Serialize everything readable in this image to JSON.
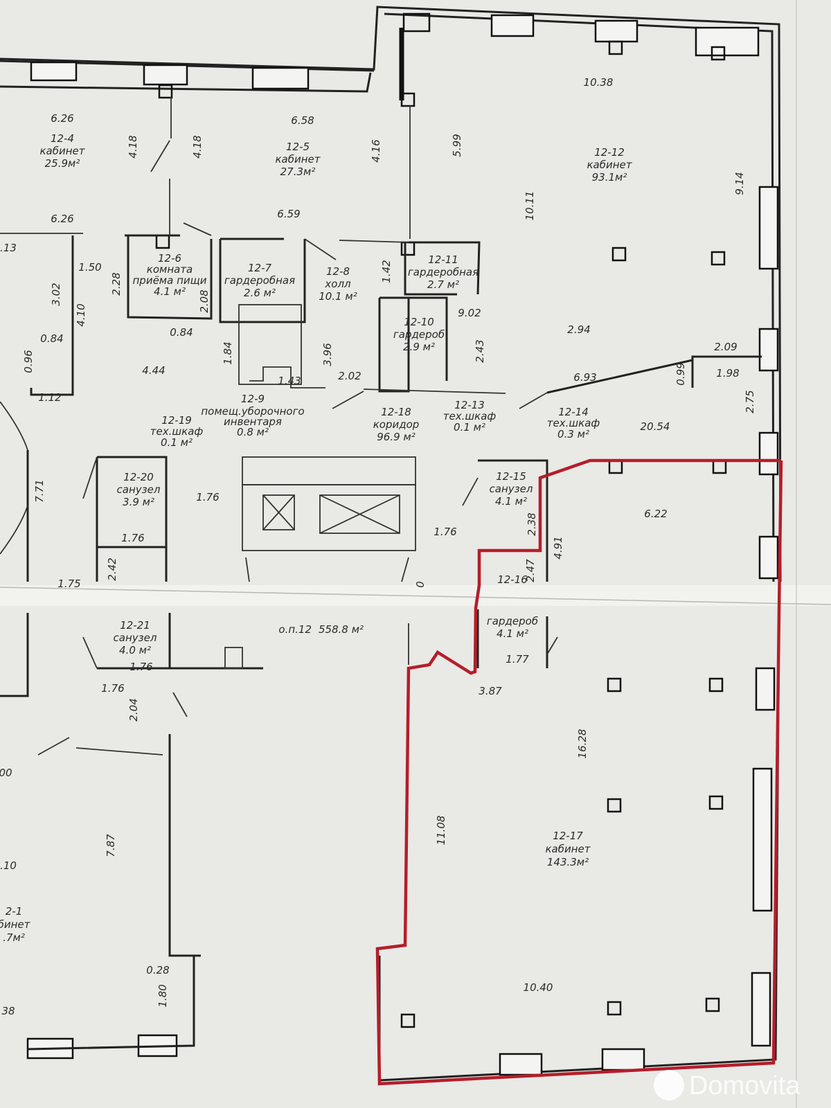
{
  "rooms": [
    {
      "id": "r12-4",
      "num": "12-4",
      "name": "кабинет",
      "area": "25.9м²"
    },
    {
      "id": "r12-5",
      "num": "12-5",
      "name": "кабинет",
      "area": "27.3м²"
    },
    {
      "id": "r12-12",
      "num": "12-12",
      "name": "кабинет",
      "area": "93.1м²"
    },
    {
      "id": "r12-6",
      "num": "12-6",
      "name": "комната",
      "name2": "приёма пищи",
      "area": "4.1 м²"
    },
    {
      "id": "r12-7",
      "num": "12-7",
      "name": "гардеробная",
      "area": "2.6 м²"
    },
    {
      "id": "r12-8",
      "num": "12-8",
      "name": "холл",
      "area": "10.1 м²"
    },
    {
      "id": "r12-11",
      "num": "12-11",
      "name": "гардеробная",
      "area": "2.7 м²"
    },
    {
      "id": "r12-10",
      "num": "12-10",
      "name": "гардероб",
      "area": "2.9 м²"
    },
    {
      "id": "r12-9",
      "num": "12-9",
      "name": "помещ.уборочного",
      "name2": "инвентаря",
      "area": "0.8 м²"
    },
    {
      "id": "r12-18",
      "num": "12-18",
      "name": "коридор",
      "area": "96.9 м²"
    },
    {
      "id": "r12-13",
      "num": "12-13",
      "name": "тех.шкаф",
      "area": "0.1 м²"
    },
    {
      "id": "r12-14",
      "num": "12-14",
      "name": "тех.шкаф",
      "area": "0.3 м²"
    },
    {
      "id": "r12-19",
      "num": "12-19",
      "name": "тех.шкаф",
      "area": "0.1 м²"
    },
    {
      "id": "r12-20",
      "num": "12-20",
      "name": "санузел",
      "area": "3.9 м²"
    },
    {
      "id": "r12-15",
      "num": "12-15",
      "name": "санузел",
      "area": "4.1 м²"
    },
    {
      "id": "r12-16",
      "num": "12-16",
      "name": "гардероб",
      "area": "4.1 м²"
    },
    {
      "id": "r12-21",
      "num": "12-21",
      "name": "санузел",
      "area": "4.0 м²"
    },
    {
      "id": "r12-17",
      "num": "12-17",
      "name": "кабинет",
      "area": "143.3м²"
    },
    {
      "id": "r12-1",
      "num": "2-1",
      "name": "бинет",
      "area": ".7м²"
    }
  ],
  "total_area": "558.8 м²",
  "total_prefix": "о.п.12",
  "dimensions": [
    "10.38",
    "6.26",
    "6.58",
    "4.18",
    "4.18",
    "4.16",
    "5.99",
    "9.14",
    "10.11",
    "6.26",
    "6.59",
    ".13",
    "1.50",
    "2.28",
    "2.08",
    "1.42",
    "3.02",
    "4.10",
    "0.84",
    "2.94",
    "9.02",
    "0.84",
    "0.96",
    "1.84",
    "3.96",
    "2.43",
    "2.09",
    "4.44",
    "1.43",
    "2.02",
    "6.93",
    "0.99",
    "1.98",
    "1.12",
    "2.75",
    "20.54",
    "7.71",
    "1.76",
    "6.22",
    "2.38",
    "4.91",
    "1.76",
    "1.76",
    "2.42",
    "1.75",
    "2.47",
    "0",
    "1.77",
    "1.76",
    "1.76",
    "2.04",
    "3.87",
    "16.28",
    "00",
    "7.87",
    "11.08",
    ".10",
    "0.28",
    "1.80",
    "38",
    "10.40"
  ],
  "watermark": "Domovita",
  "colors": {
    "paper": "#e9e9e6",
    "walls": "#1e1e1e",
    "highlight": "#b41e2a"
  }
}
